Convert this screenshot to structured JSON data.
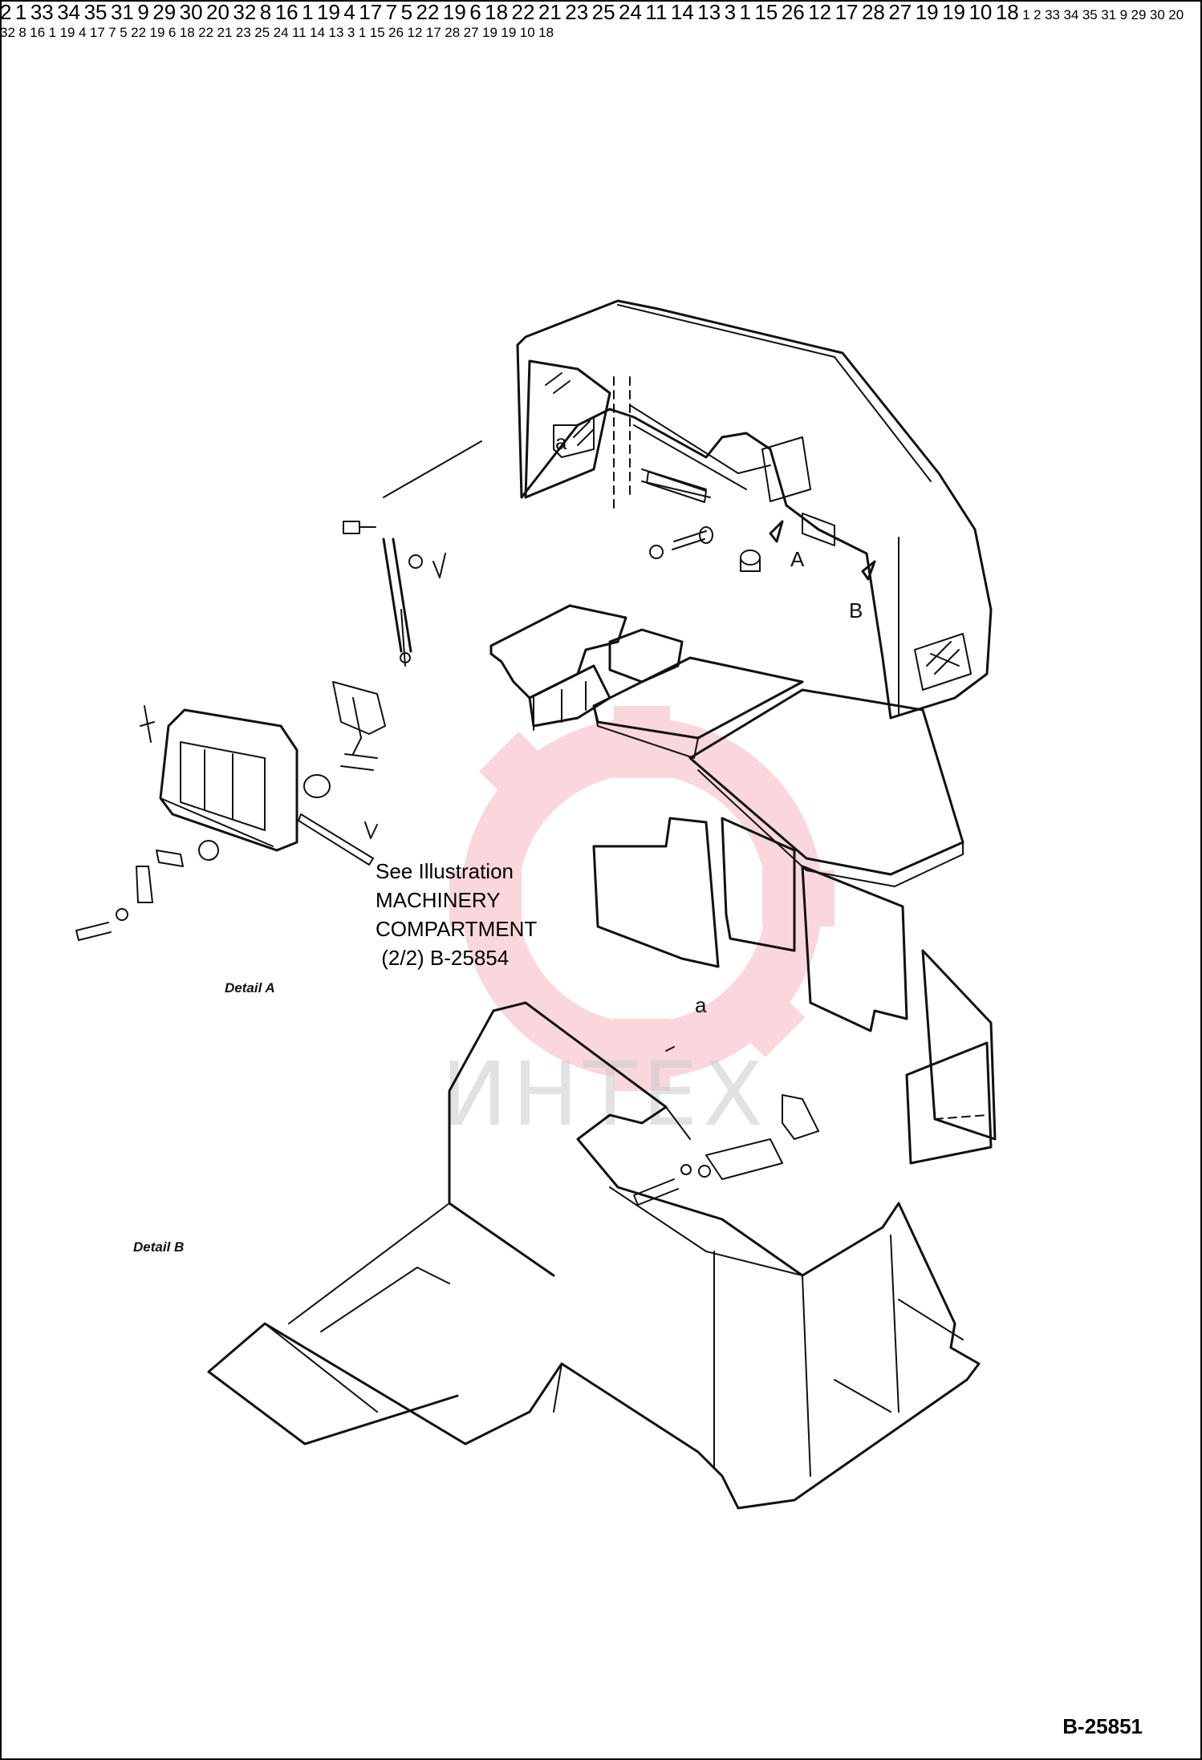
{
  "diagram": {
    "drawing_id": "B-25851",
    "reference_note": {
      "line1": "See Illustration",
      "line2": "MACHINERY",
      "line3": "COMPARTMENT",
      "line4": " (2/2) B-25854"
    },
    "detail_captions": {
      "detail_a": "Detail A",
      "detail_b": "Detail B"
    },
    "view_arrows": {
      "a": "A",
      "b": "B"
    },
    "mating_mark": "a",
    "watermark_text": "ИНТЕХ",
    "marker_color": "#d0103a",
    "callouts": [
      {
        "label": "1",
        "printed": "1"
      },
      {
        "label": "2",
        "printed": "2"
      },
      {
        "label": "33",
        "printed": "33"
      },
      {
        "label": "34",
        "printed": "34"
      },
      {
        "label": "35",
        "printed": "35"
      },
      {
        "label": "31",
        "printed": "31"
      },
      {
        "label": "9",
        "printed": "9"
      },
      {
        "label": "29",
        "printed": "29"
      },
      {
        "label": "30",
        "printed": "30"
      },
      {
        "label": "20",
        "printed": "20"
      },
      {
        "label": "32",
        "printed": "32"
      },
      {
        "label": "8",
        "printed": "8"
      },
      {
        "label": "16",
        "printed": "16"
      },
      {
        "label": "1",
        "printed": "1"
      },
      {
        "label": "19",
        "printed": "19"
      },
      {
        "label": "4",
        "printed": "4"
      },
      {
        "label": "17",
        "printed": "17"
      },
      {
        "label": "7",
        "printed": "7"
      },
      {
        "label": "5",
        "printed": "5"
      },
      {
        "label": "22",
        "printed": "22"
      },
      {
        "label": "19",
        "printed": "19"
      },
      {
        "label": "6",
        "printed": "6"
      },
      {
        "label": "18",
        "printed": "18"
      },
      {
        "label": "22",
        "printed": "22"
      },
      {
        "label": "21",
        "printed": "21"
      },
      {
        "label": "23",
        "printed": "23"
      },
      {
        "label": "25",
        "printed": "25"
      },
      {
        "label": "24",
        "printed": "24"
      },
      {
        "label": "11",
        "printed": "11"
      },
      {
        "label": "14",
        "printed": "14"
      },
      {
        "label": "13",
        "printed": "13"
      },
      {
        "label": "3",
        "printed": "3"
      },
      {
        "label": "1",
        "printed": "1"
      },
      {
        "label": "15",
        "printed": "15"
      },
      {
        "label": "26",
        "printed": "26"
      },
      {
        "label": "12",
        "printed": "12"
      },
      {
        "label": "17",
        "printed": "17"
      },
      {
        "label": "28",
        "printed": "28"
      },
      {
        "label": "27",
        "printed": "27"
      },
      {
        "label": "19",
        "printed": "19"
      },
      {
        "label": "19",
        "printed": "19"
      },
      {
        "label": "10",
        "printed": "10"
      },
      {
        "label": "18",
        "printed": "18"
      }
    ]
  }
}
